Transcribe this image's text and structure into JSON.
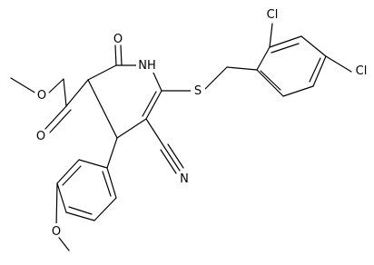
{
  "molecule": {
    "atom_labels": {
      "o_ester_carbonyl": "O",
      "o_ester_ether": "O",
      "o_ring_carbonyl": "O",
      "nh": "NH",
      "s": "S",
      "n_nitrile": "N",
      "o_methoxy": "O",
      "cl_ortho": "Cl",
      "cl_para": "Cl"
    }
  }
}
